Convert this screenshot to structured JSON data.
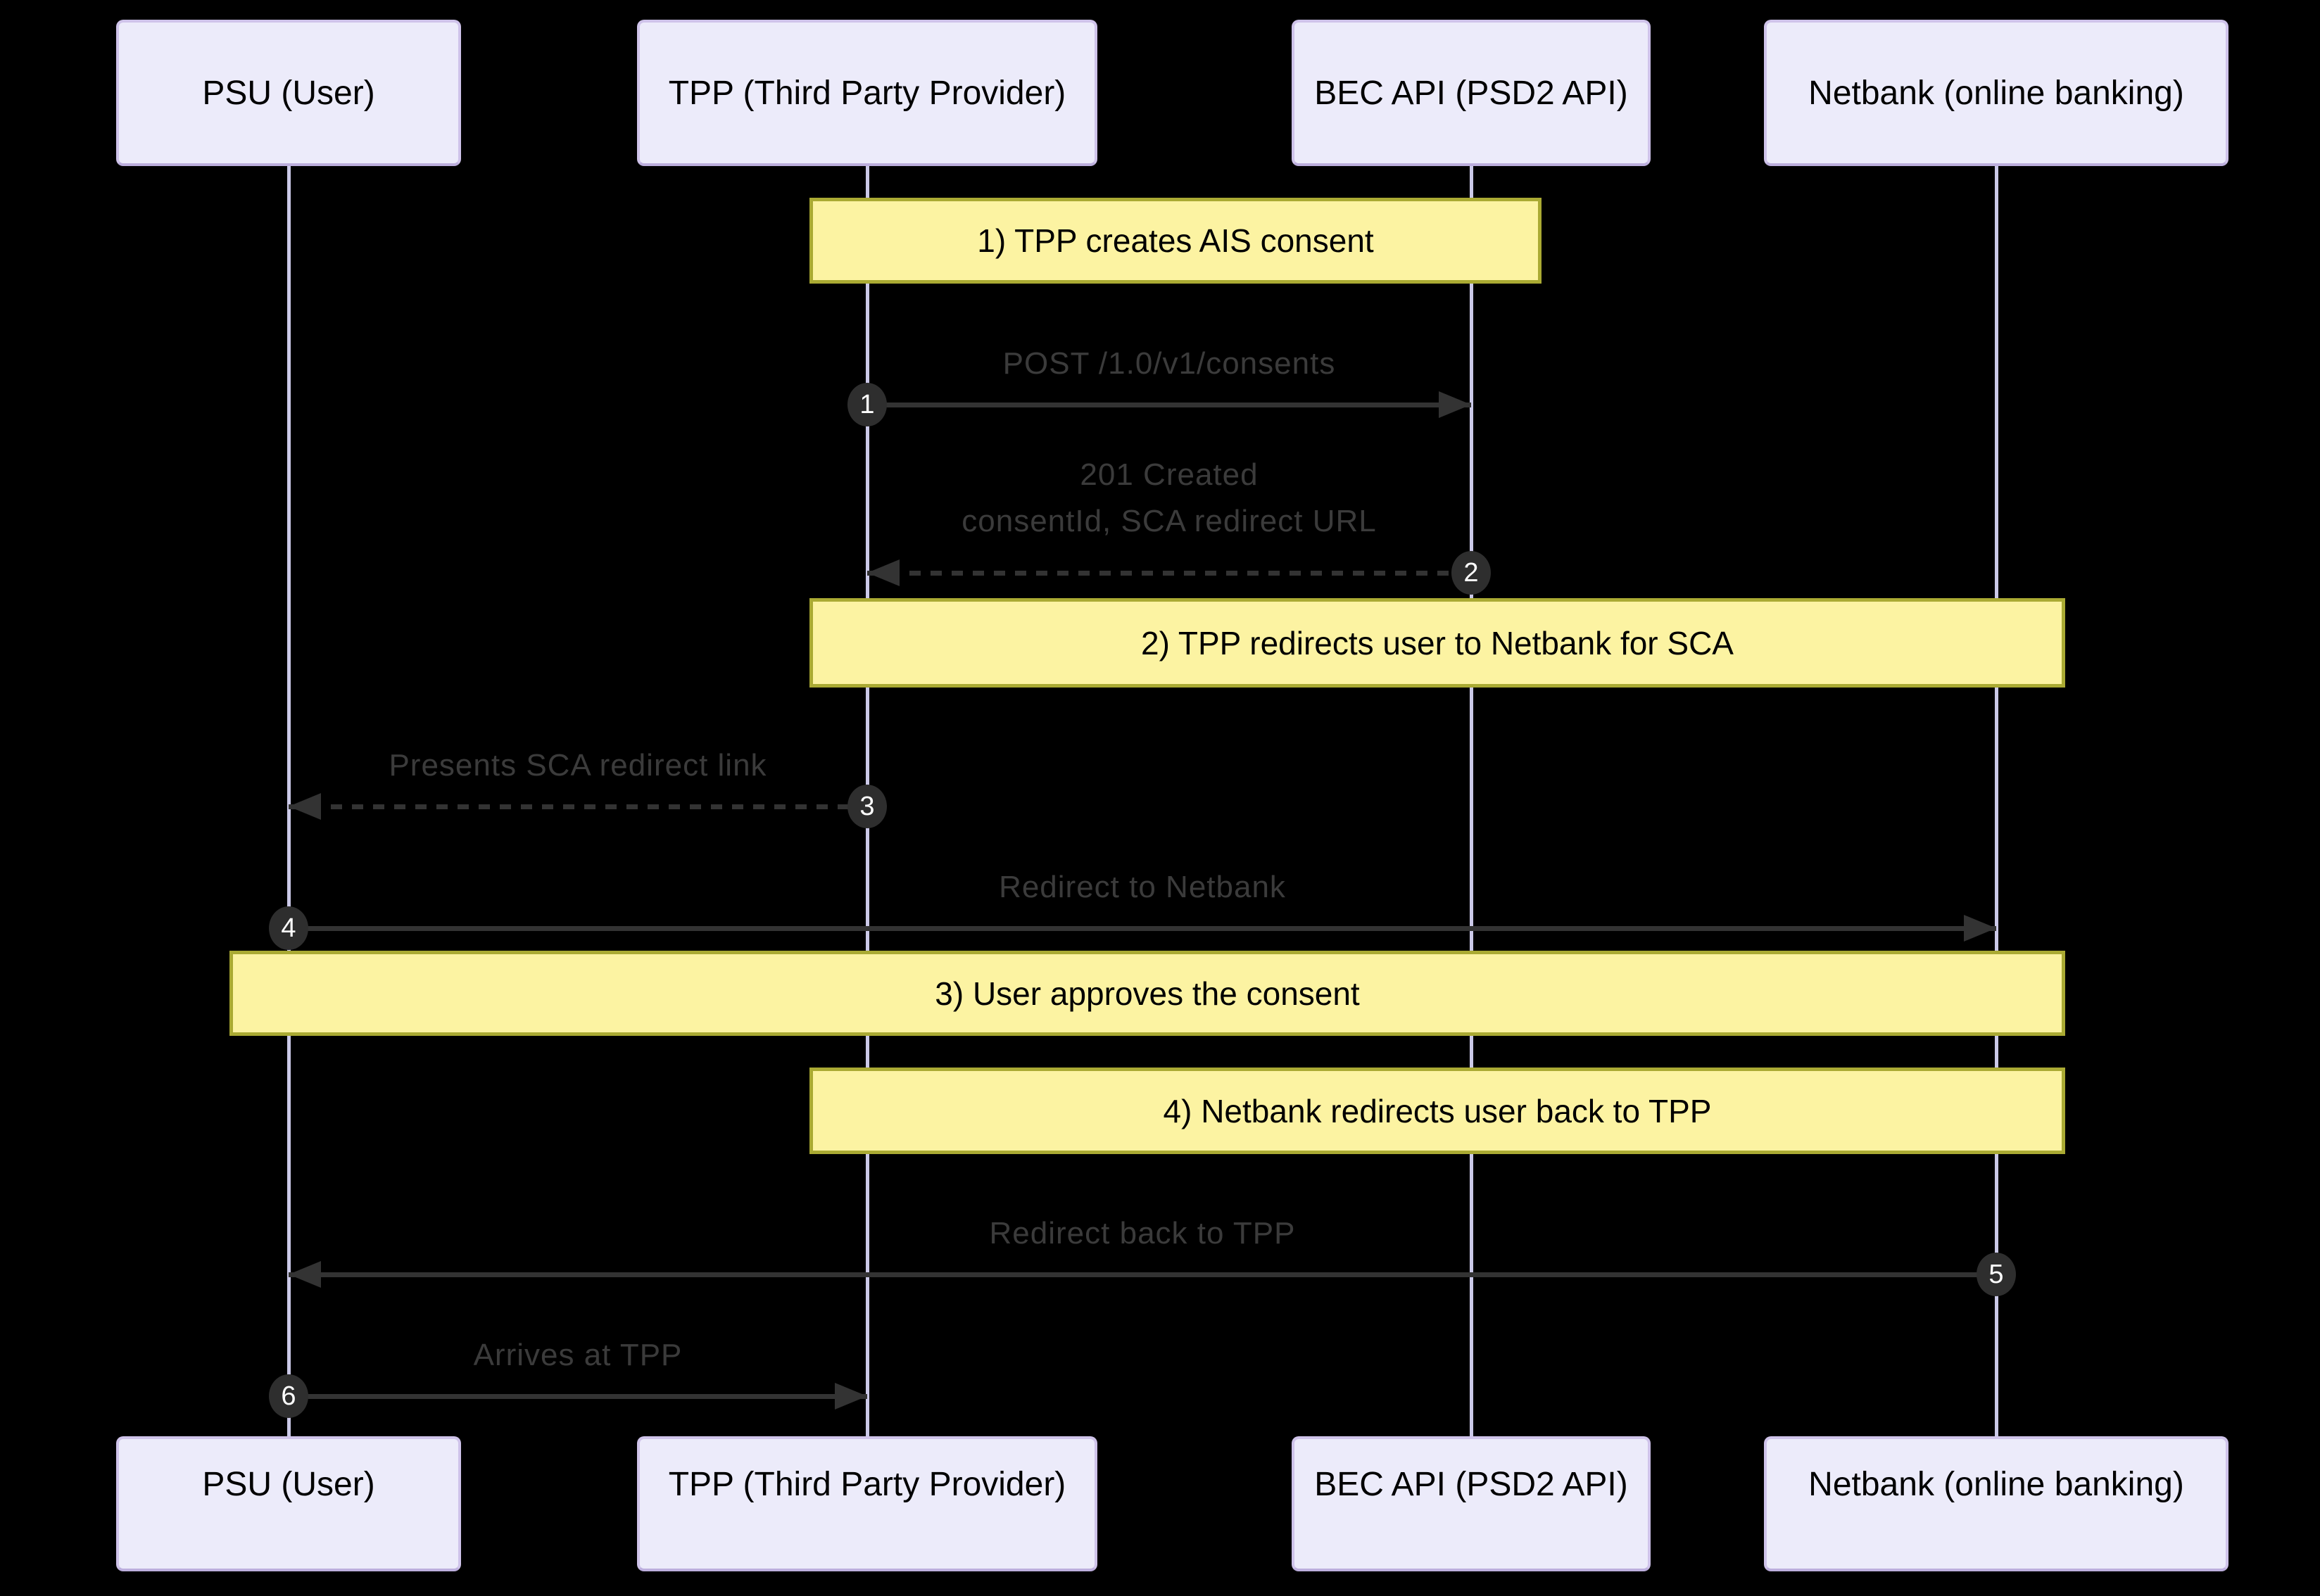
{
  "actors": [
    {
      "label": "PSU (User)"
    },
    {
      "label": "TPP (Third Party Provider)"
    },
    {
      "label": "BEC API (PSD2 API)"
    },
    {
      "label": "Netbank (online banking)"
    }
  ],
  "notes": [
    {
      "label": "1) TPP creates AIS consent",
      "over": "TPP (Third Party Provider), BEC API (PSD2 API)"
    },
    {
      "label": "2) TPP redirects user to Netbank for SCA",
      "over": "TPP (Third Party Provider), Netbank (online banking)"
    },
    {
      "label": "3) User approves the consent",
      "over": "PSU (User), Netbank (online banking)"
    },
    {
      "label": "4) Netbank redirects user back to TPP",
      "over": "TPP (Third Party Provider), Netbank (online banking)"
    }
  ],
  "messages": [
    {
      "num": "1",
      "label": "POST /1.0/v1/consents",
      "style": "solid",
      "from": "TPP (Third Party Provider)",
      "to": "BEC API (PSD2 API)"
    },
    {
      "num": "2",
      "label": "201 Created",
      "label_line2": "consentId, SCA redirect URL",
      "style": "dashed",
      "from": "BEC API (PSD2 API)",
      "to": "TPP (Third Party Provider)"
    },
    {
      "num": "3",
      "label": "Presents SCA redirect link",
      "style": "dashed",
      "from": "TPP (Third Party Provider)",
      "to": "PSU (User)"
    },
    {
      "num": "4",
      "label": "Redirect to Netbank",
      "style": "solid",
      "from": "PSU (User)",
      "to": "Netbank (online banking)"
    },
    {
      "num": "5",
      "label": "Redirect back to TPP",
      "style": "solid",
      "from": "Netbank (online banking)",
      "to": "PSU (User)"
    },
    {
      "num": "6",
      "label": "Arrives at TPP",
      "style": "solid",
      "from": "PSU (User)",
      "to": "TPP (Third Party Provider)"
    }
  ],
  "colors": {
    "background": "#000000",
    "actor_fill": "#ECEBFA",
    "actor_border": "#CFC3EA",
    "lifeline": "#CBC9E8",
    "note_fill": "#FCF3A2",
    "note_border": "#AAAA33",
    "message_text": "#3B3B3B",
    "arrow": "#333333",
    "number_bg": "#2E2E2E",
    "number_text": "#FFFFFF",
    "actor_text": "#000000",
    "note_text": "#000000"
  }
}
